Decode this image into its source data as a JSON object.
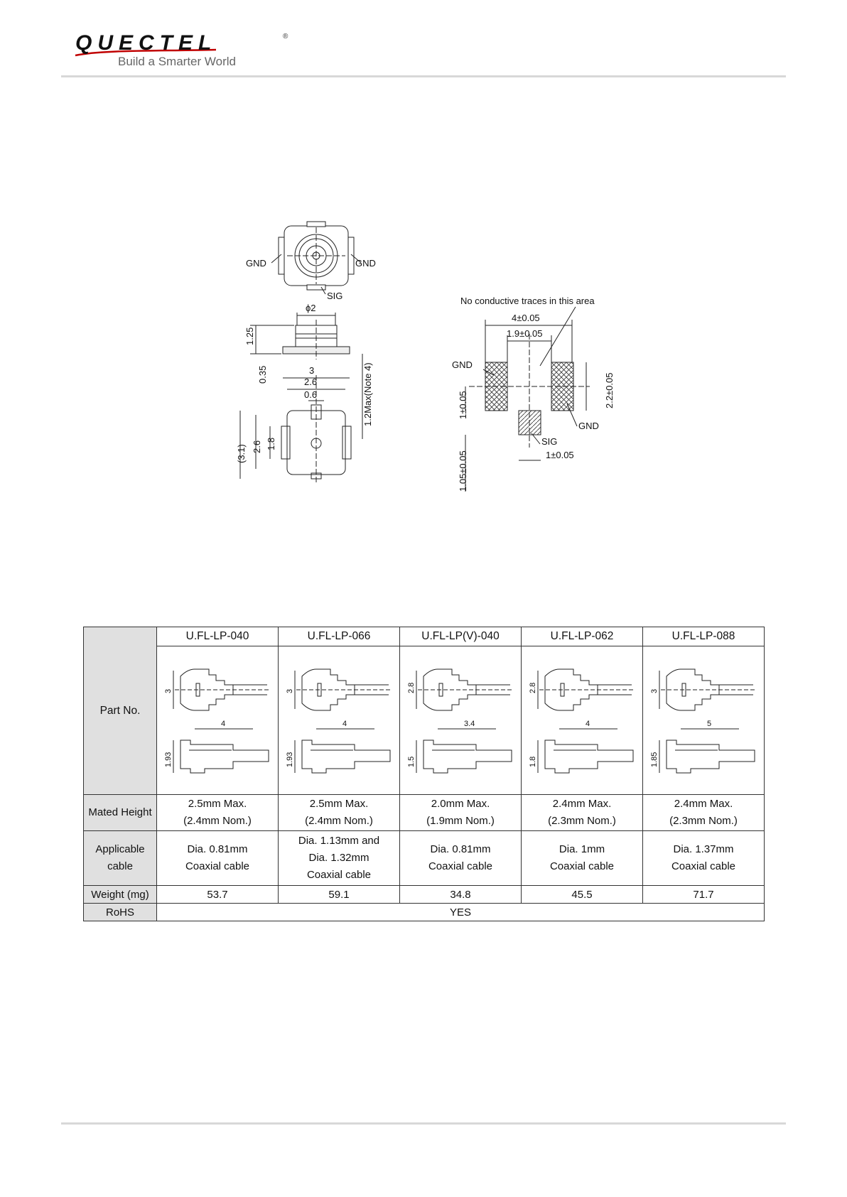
{
  "header": {
    "brand": "QUECTEL",
    "registered": "®",
    "tagline": "Build a Smarter World"
  },
  "receptacle_drawing": {
    "top_view": {
      "gnd_left": "GND",
      "gnd_right": "GND",
      "sig": "SIG"
    },
    "side_view": {
      "diameter": "ϕ2",
      "height": "1.25",
      "base": "0.35"
    },
    "bottom_view": {
      "width_3": "3",
      "width_2_6": "2.6",
      "width_0_6": "0.6",
      "max_height": "1.2Max(Note 4)",
      "dim_3_1": "(3.1)",
      "dim_2_6": "2.6",
      "dim_1_8": "1.8"
    }
  },
  "footprint_drawing": {
    "note": "No conductive traces in this area",
    "dim_4": "4±0.05",
    "dim_1_9": "1.9±0.05",
    "dim_2_2": "2.2±0.05",
    "dim_1": "1±0.05",
    "dim_1_05": "1.05±0.05",
    "dim_sig_w": "1±0.05",
    "gnd_left": "GND",
    "gnd_right": "GND",
    "sig": "SIG"
  },
  "plug_table": {
    "row_labels": {
      "part_no": "Part No.",
      "mated_height": "Mated Height",
      "applicable_cable_1": "Applicable",
      "applicable_cable_2": "cable",
      "weight": "Weight (mg)",
      "rohs": "RoHS"
    },
    "parts": [
      {
        "name": "U.FL-LP-040",
        "height_dim": "3",
        "length_dim": "4",
        "side_dim": "1.93",
        "mated_1": "2.5mm Max.",
        "mated_2": "(2.4mm Nom.)",
        "cable_1": "Dia. 0.81mm",
        "cable_2": "Coaxial cable",
        "cable_3": "",
        "weight": "53.7"
      },
      {
        "name": "U.FL-LP-066",
        "height_dim": "3",
        "length_dim": "4",
        "side_dim": "1.93",
        "mated_1": "2.5mm Max.",
        "mated_2": "(2.4mm Nom.)",
        "cable_1": "Dia. 1.13mm and",
        "cable_2": "Dia. 1.32mm",
        "cable_3": "Coaxial cable",
        "weight": "59.1"
      },
      {
        "name": "U.FL-LP(V)-040",
        "height_dim": "2.8",
        "length_dim": "3.4",
        "side_dim": "1.5",
        "mated_1": "2.0mm Max.",
        "mated_2": "(1.9mm Nom.)",
        "cable_1": "Dia. 0.81mm",
        "cable_2": "Coaxial cable",
        "cable_3": "",
        "weight": "34.8"
      },
      {
        "name": "U.FL-LP-062",
        "height_dim": "2.8",
        "length_dim": "4",
        "side_dim": "1.8",
        "mated_1": "2.4mm Max.",
        "mated_2": "(2.3mm Nom.)",
        "cable_1": "Dia. 1mm",
        "cable_2": "Coaxial cable",
        "cable_3": "",
        "weight": "45.5"
      },
      {
        "name": "U.FL-LP-088",
        "height_dim": "3",
        "length_dim": "5",
        "side_dim": "1.85",
        "mated_1": "2.4mm Max.",
        "mated_2": "(2.3mm Nom.)",
        "cable_1": "Dia. 1.37mm",
        "cable_2": "Coaxial cable",
        "cable_3": "",
        "weight": "71.7"
      }
    ],
    "rohs_value": "YES"
  }
}
